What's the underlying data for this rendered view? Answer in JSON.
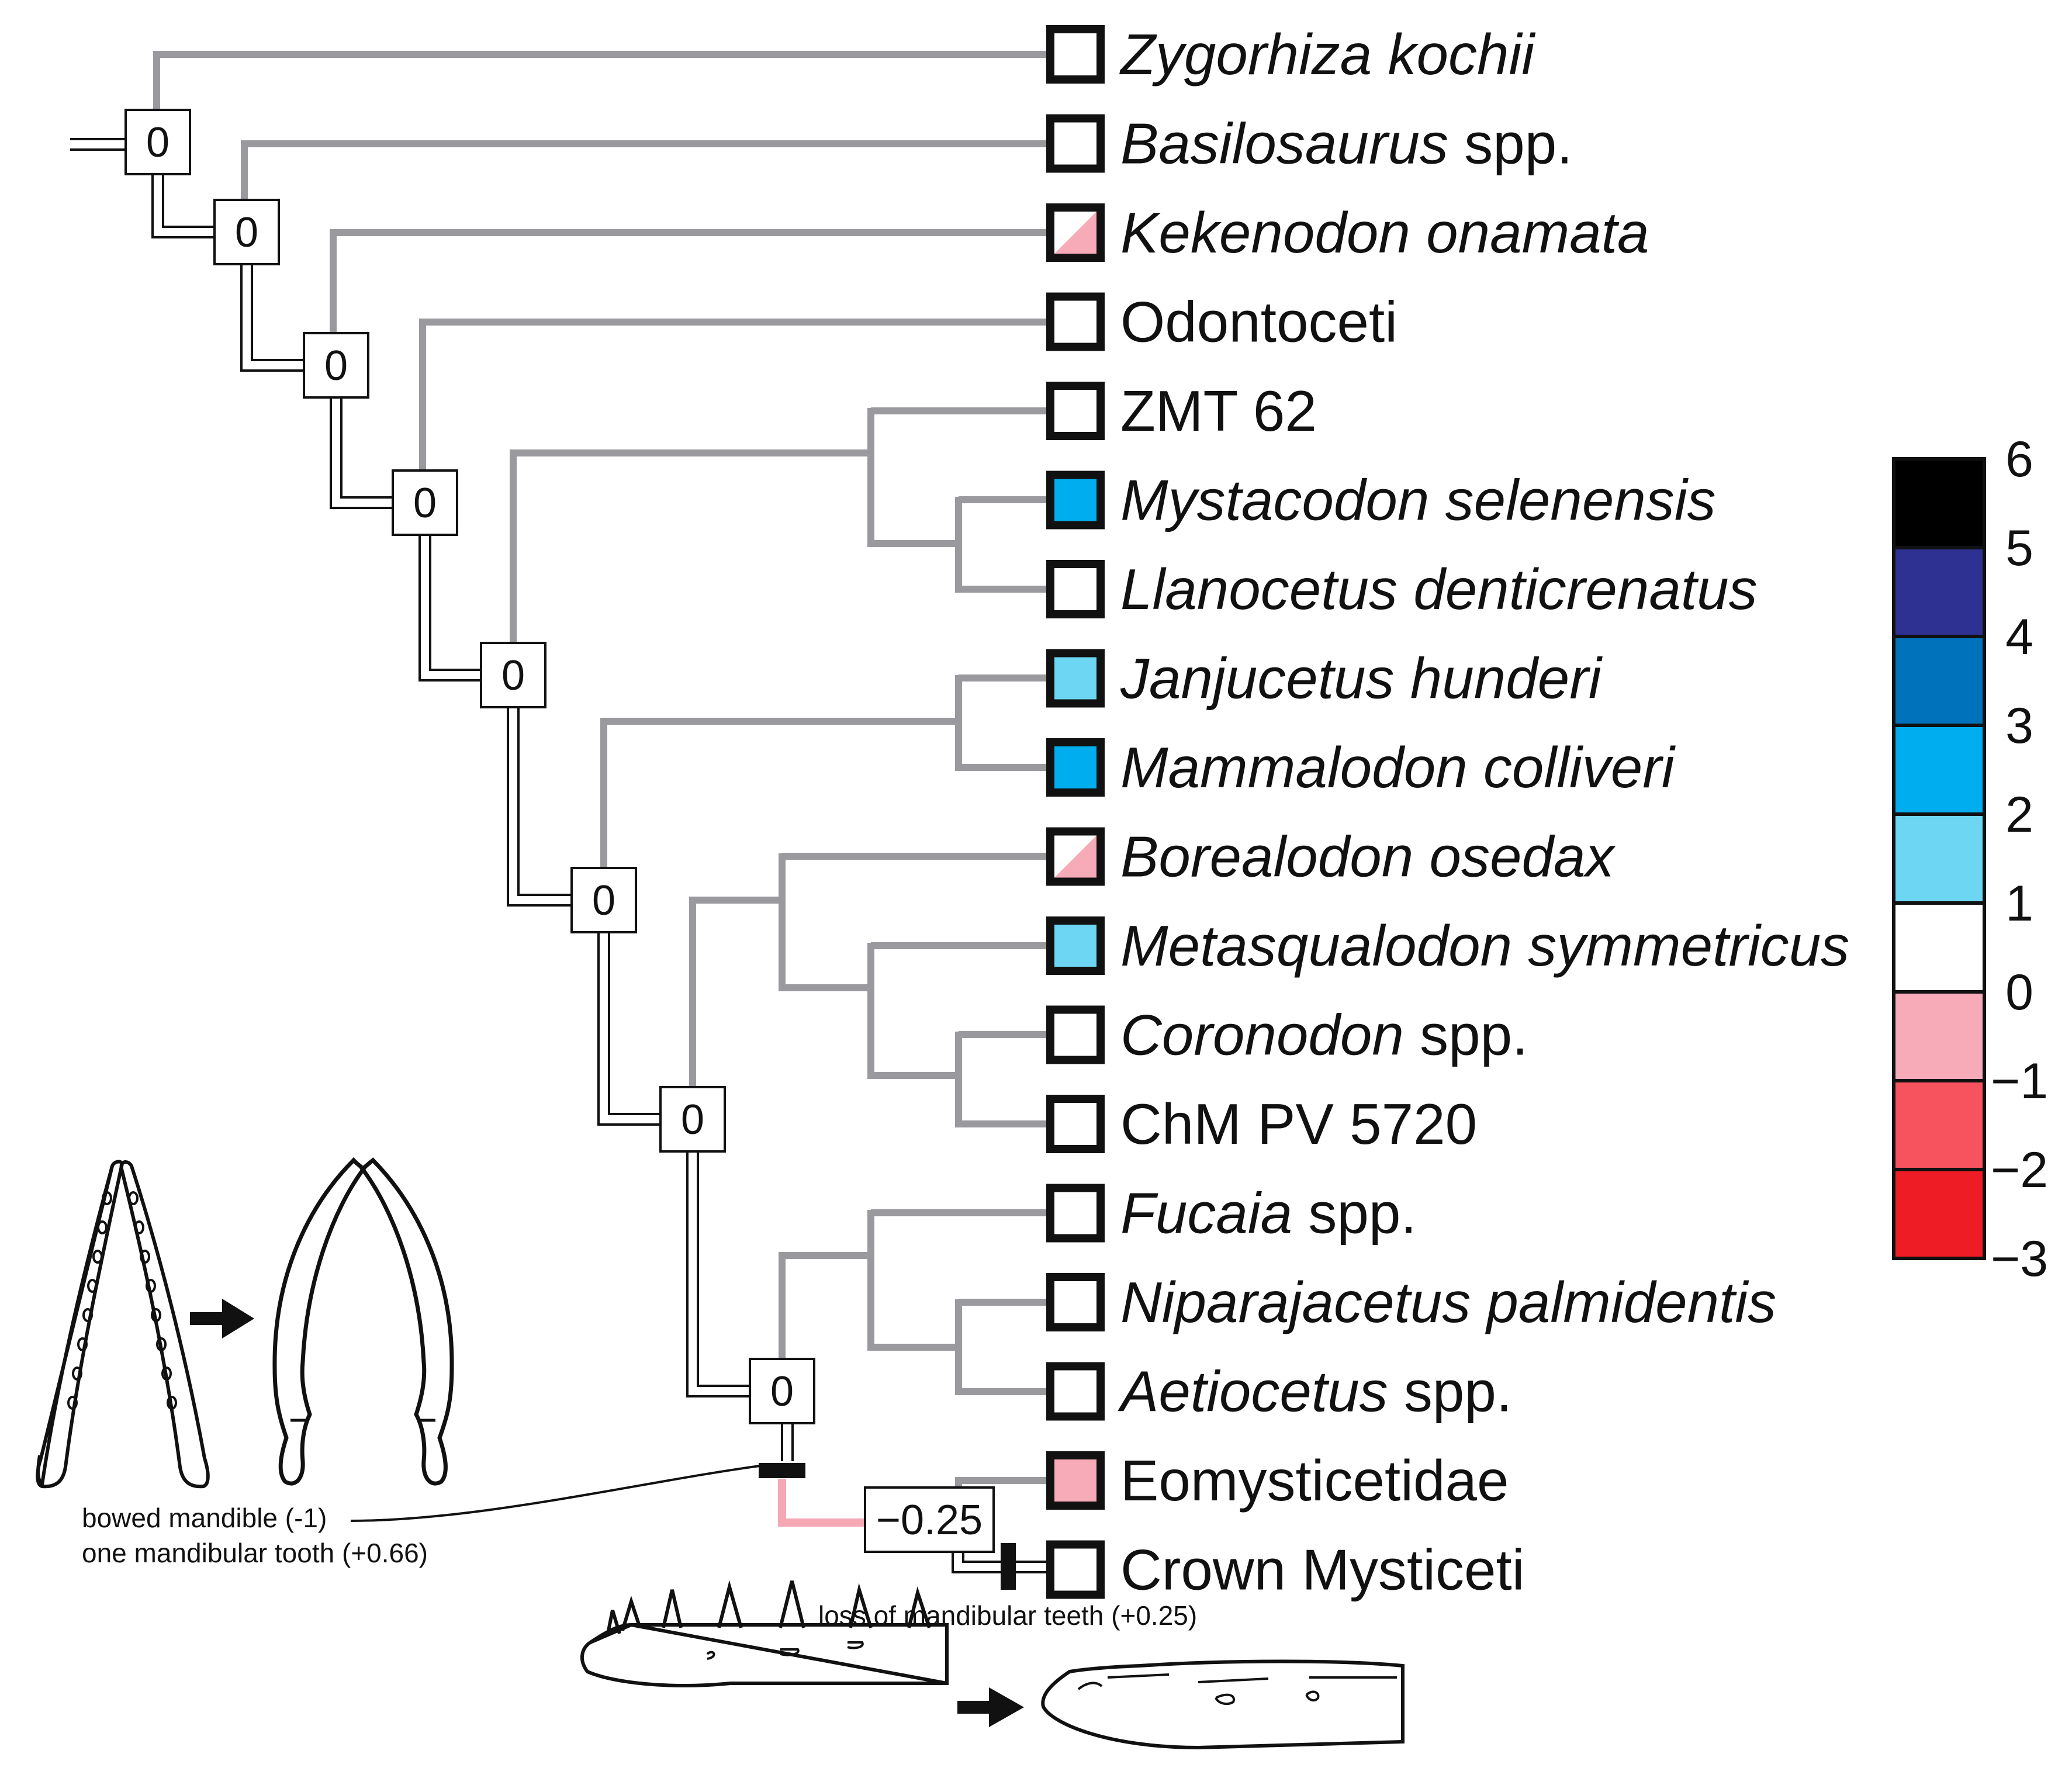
{
  "colors": {
    "branch": "#9a9a9e",
    "highlight_branch": "#f5a8b4",
    "pink": "#f7aab7",
    "blue": "#00aeef",
    "light_blue": "#6dd6f2",
    "black": "#000000"
  },
  "taxa": [
    {
      "parts": [
        {
          "t": "Zygorhiza kochii",
          "i": true
        }
      ],
      "state": "0"
    },
    {
      "parts": [
        {
          "t": "Basilosaurus",
          "i": true
        },
        {
          "t": " spp.",
          "i": false
        }
      ],
      "state": "0"
    },
    {
      "parts": [
        {
          "t": "Kekenodon onamata",
          "i": true
        }
      ],
      "state": "0/-1"
    },
    {
      "parts": [
        {
          "t": "Odontoceti",
          "i": false
        }
      ],
      "state": "0"
    },
    {
      "parts": [
        {
          "t": "ZMT 62",
          "i": false
        }
      ],
      "state": "0"
    },
    {
      "parts": [
        {
          "t": "Mystacodon selenensis",
          "i": true
        }
      ],
      "state": "2"
    },
    {
      "parts": [
        {
          "t": "Llanocetus denticrenatus",
          "i": true
        }
      ],
      "state": "0"
    },
    {
      "parts": [
        {
          "t": "Janjucetus hunderi",
          "i": true
        }
      ],
      "state": "1"
    },
    {
      "parts": [
        {
          "t": "Mammalodon colliveri",
          "i": true
        }
      ],
      "state": "2"
    },
    {
      "parts": [
        {
          "t": "Borealodon osedax",
          "i": true
        }
      ],
      "state": "0/-1"
    },
    {
      "parts": [
        {
          "t": "Metasqualodon symmetricus",
          "i": true
        }
      ],
      "state": "1"
    },
    {
      "parts": [
        {
          "t": "Coronodon",
          "i": true
        },
        {
          "t": " spp.",
          "i": false
        }
      ],
      "state": "0"
    },
    {
      "parts": [
        {
          "t": "ChM PV 5720",
          "i": false
        }
      ],
      "state": "0"
    },
    {
      "parts": [
        {
          "t": "Fucaia",
          "i": true
        },
        {
          "t": " spp.",
          "i": false
        }
      ],
      "state": "0"
    },
    {
      "parts": [
        {
          "t": "Niparajacetus palmidentis",
          "i": true
        }
      ],
      "state": "0"
    },
    {
      "parts": [
        {
          "t": "Aetiocetus",
          "i": true
        },
        {
          "t": " spp.",
          "i": false
        }
      ],
      "state": "0"
    },
    {
      "parts": [
        {
          "t": "Eomysticetidae",
          "i": false
        }
      ],
      "state": "-1"
    },
    {
      "parts": [
        {
          "t": "Crown Mysticeti",
          "i": false
        }
      ],
      "state": "0"
    }
  ],
  "node_values": [
    "0",
    "0",
    "0",
    "0",
    "0",
    "0",
    "0",
    "0",
    "−0.25"
  ],
  "scale": {
    "ticks": [
      "6",
      "5",
      "4",
      "3",
      "2",
      "1",
      "0",
      "−1",
      "−2",
      "−3"
    ],
    "colors": [
      "#000000",
      "#2e3192",
      "#0072bc",
      "#00aeef",
      "#6dd6f2",
      "#ffffff",
      "#f7aab7",
      "#f7535f",
      "#ee1c25"
    ]
  },
  "annotations": {
    "bowed_line1": "bowed mandible (-1)",
    "bowed_line2": "one mandibular tooth (+0.66)",
    "teeth_loss": "loss of mandibular teeth (+0.25)"
  }
}
